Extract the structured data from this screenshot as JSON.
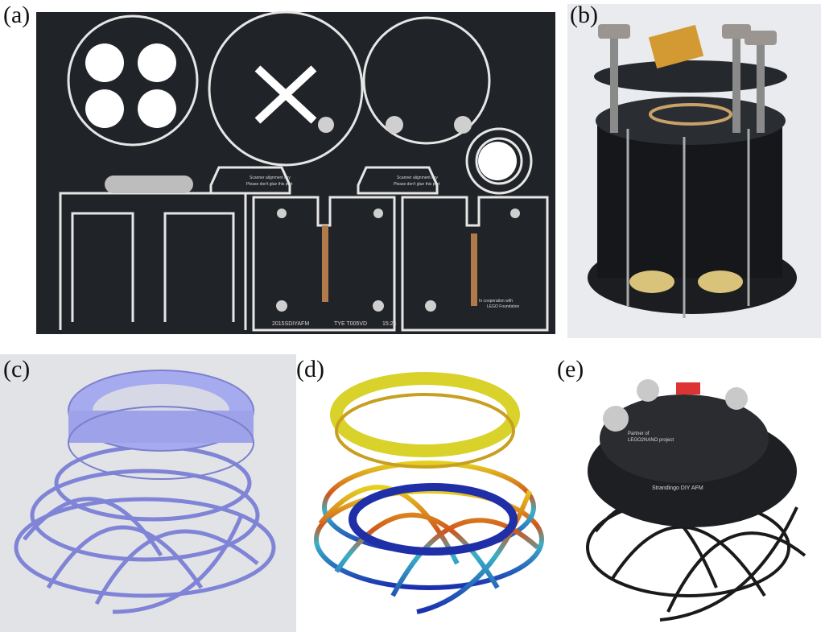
{
  "panels": [
    {
      "label": "(a)",
      "description_text": {
        "key_line1": "Scanner alignment key",
        "key_line2": "Please don't glue this part",
        "board_id": "2015SDIYAFM",
        "board_code": "TYE T005VD",
        "board_mark": "15:24",
        "coop_line1": "In cooperation with",
        "coop_line2": "LEGO Foundation"
      }
    },
    {
      "label": "(b)"
    },
    {
      "label": "(c)"
    },
    {
      "label": "(d)"
    },
    {
      "label": "(e)",
      "description_text": {
        "partner_line1": "Partner of",
        "partner_line2": "LEGO2NANO project",
        "device_name": "Strandingo DIY AFM"
      }
    }
  ],
  "colors": {
    "pcb": "#202327",
    "silk": "#e6e6e6",
    "lavender": "#9a9ee8",
    "cad_bg": "#e2e3e6"
  }
}
